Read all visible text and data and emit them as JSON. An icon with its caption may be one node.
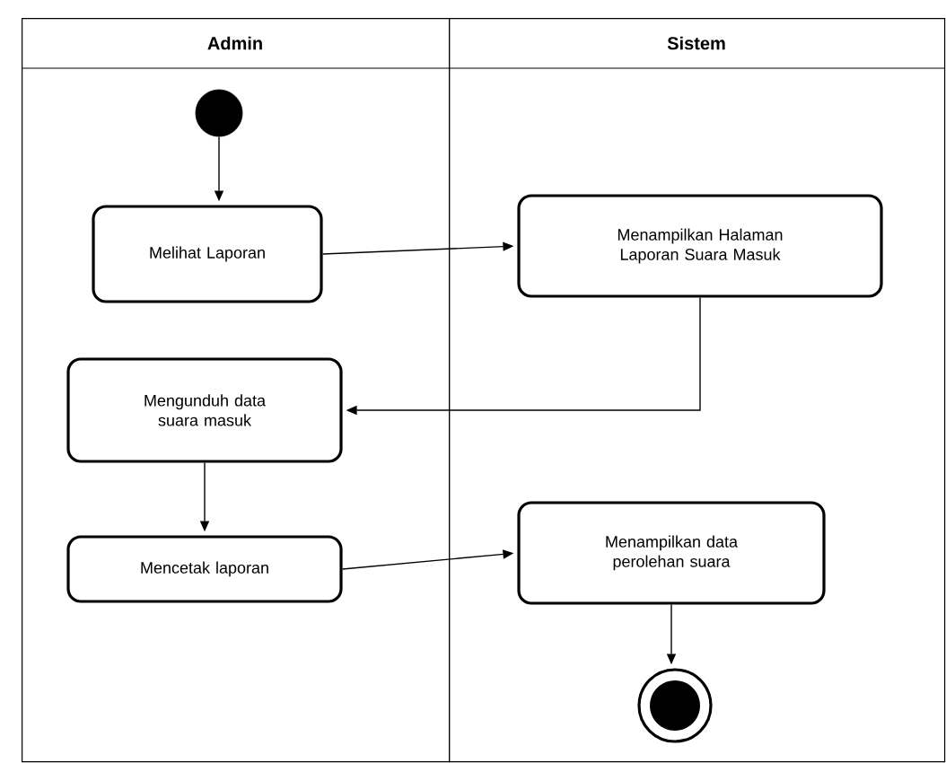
{
  "diagram": {
    "nodes": [
      {
        "text": [
          "Admin"
        ]
      },
      {
        "text": [
          "Sistem"
        ]
      },
      {
        "text": [],
        "shape": "circle",
        "in": 0
      },
      {
        "text": [
          "Melihat Laporan"
        ],
        "in": 0
      },
      {
        "text": [
          "Menampilkan Halaman Laporan Suara Masuk"
        ],
        "in": 1
      },
      {
        "text": [
          "Mengunduh data suara masuk"
        ],
        "in": 0
      },
      {
        "text": [
          "Mencetak laporan"
        ],
        "in": 0
      },
      {
        "text": [
          "Menampilkan data perolehan suara"
        ],
        "in": 1
      },
      {
        "text": [],
        "shape": "bullseye",
        "in": 1
      }
    ],
    "edges": [
      {
        "from": 2,
        "to": 3,
        "arrow": "to"
      },
      {
        "from": 3,
        "to": 4,
        "arrow": "to"
      },
      {
        "from": 4,
        "to": 5,
        "arrow": "to"
      },
      {
        "from": 5,
        "to": 6,
        "arrow": "to"
      },
      {
        "from": 6,
        "to": 7,
        "arrow": "to"
      },
      {
        "from": 7,
        "to": 8,
        "arrow": "to"
      }
    ]
  }
}
